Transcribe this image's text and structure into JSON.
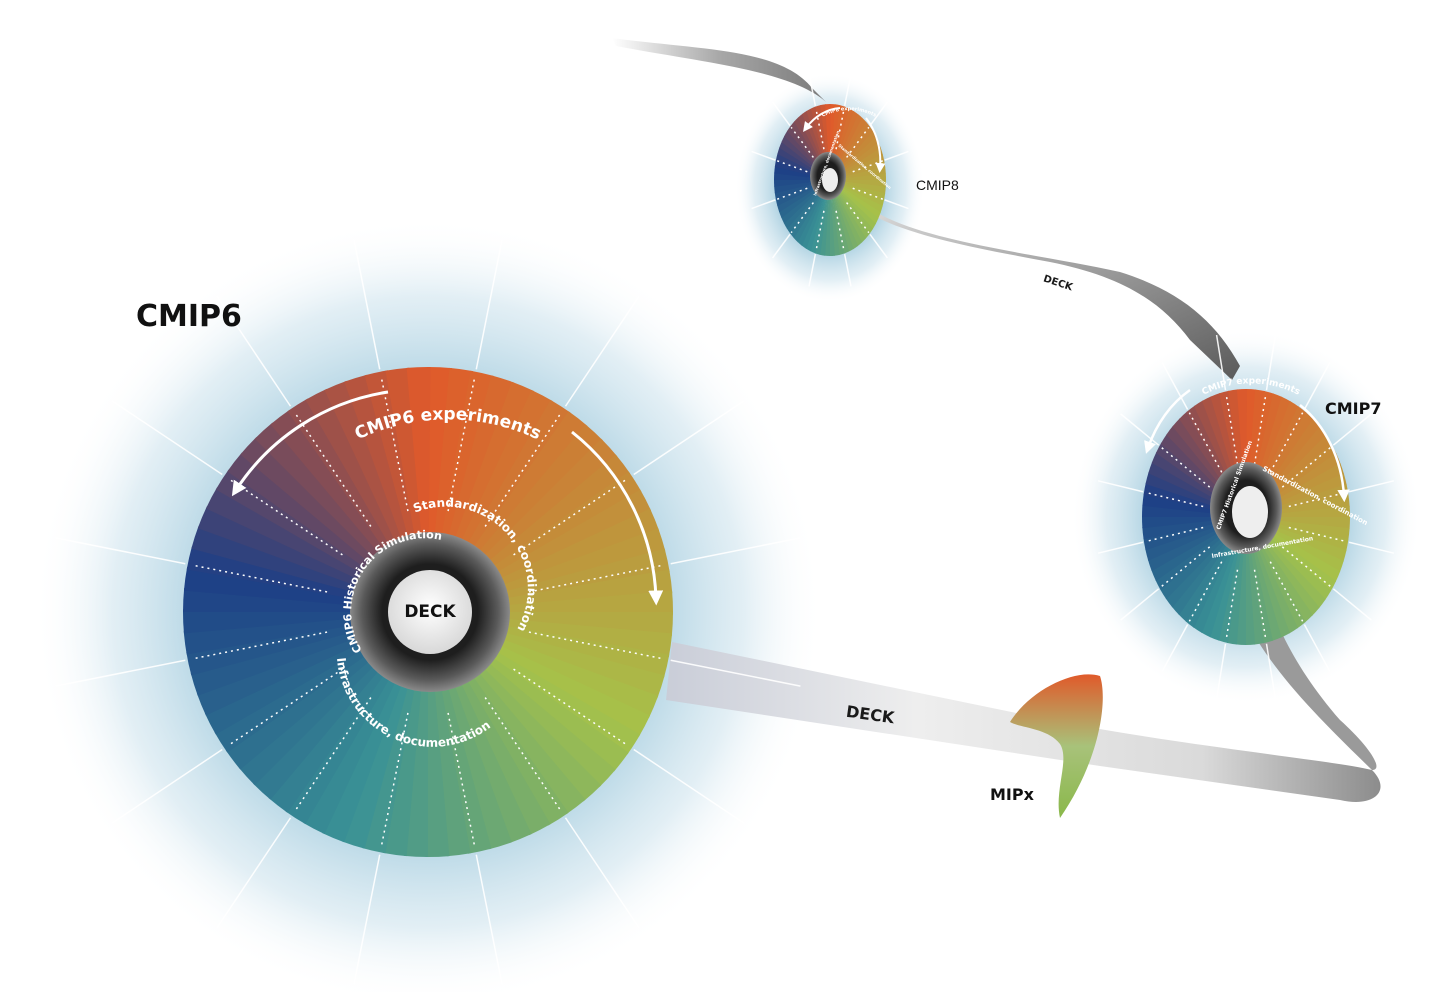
{
  "cmip6": {
    "title": "CMIP6",
    "experiments": "CMIP6 experiments",
    "standardization": "Standardization, coordination",
    "historical": "CMIP6 Historical Simulation",
    "infrastructure": "Infrastructure, documentation",
    "core": "DECK"
  },
  "cmip7": {
    "title": "CMIP7",
    "experiments": "CMIP7 experiments",
    "standardization": "Standardization, coordination",
    "historical": "CMIP7 Historical Simulation",
    "infrastructure": "Infrastructure, documentation"
  },
  "cmip8": {
    "title": "CMIP8",
    "experiments": "CMIP8 experiments",
    "standardization": "Standardization, coordination",
    "infrastructure": "Infrastructure, documentation"
  },
  "ribbon": {
    "lower_label": "DECK",
    "upper_label": "DECK"
  },
  "mipx": {
    "label": "MIPx"
  },
  "colors": {
    "orange": "#e05a2a",
    "green": "#a6c24a",
    "blue": "#1d3f86",
    "teal": "#3a9296",
    "halo": "#b4d4e2"
  }
}
